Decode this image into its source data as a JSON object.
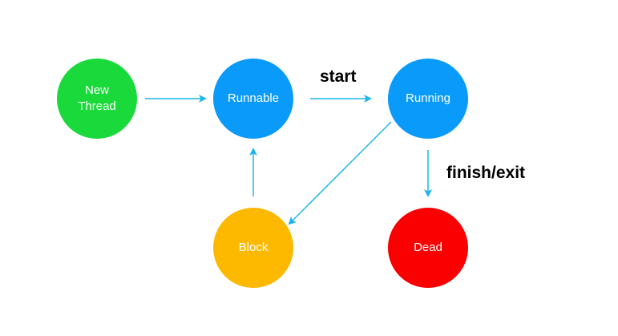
{
  "colors": {
    "arrow": "#1CB5EF",
    "new_thread": "#19DA3A",
    "runnable": "#0A9BFA",
    "running": "#0A9BFA",
    "block": "#FDB900",
    "dead": "#FA0000",
    "node_text": "#FFFFFF"
  },
  "nodes": {
    "new_thread": "New\nThread",
    "runnable": "Runnable",
    "running": "Running",
    "block": "Block",
    "dead": "Dead"
  },
  "edges": {
    "start": "start",
    "finish_exit": "finish/exit"
  }
}
